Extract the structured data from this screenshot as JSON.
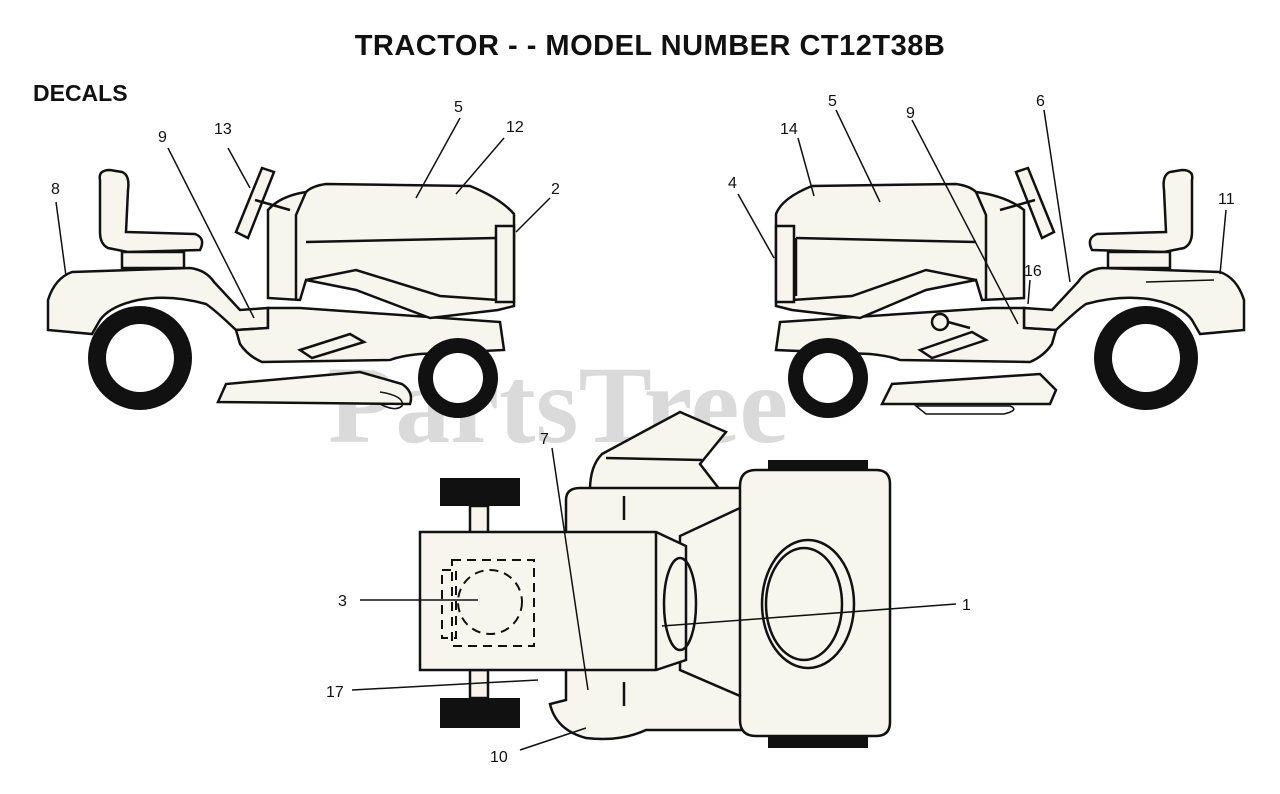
{
  "title": "TRACTOR - - MODEL NUMBER CT12T38B",
  "section": "DECALS",
  "watermark": "PartsTree",
  "callouts": {
    "c1": "1",
    "c2": "2",
    "c3": "3",
    "c4": "4",
    "c5a": "5",
    "c5b": "5",
    "c6": "6",
    "c7": "7",
    "c8": "8",
    "c9a": "9",
    "c9b": "9",
    "c10": "10",
    "c11": "11",
    "c12": "12",
    "c13": "13",
    "c14": "14",
    "c16": "16",
    "c17": "17"
  }
}
